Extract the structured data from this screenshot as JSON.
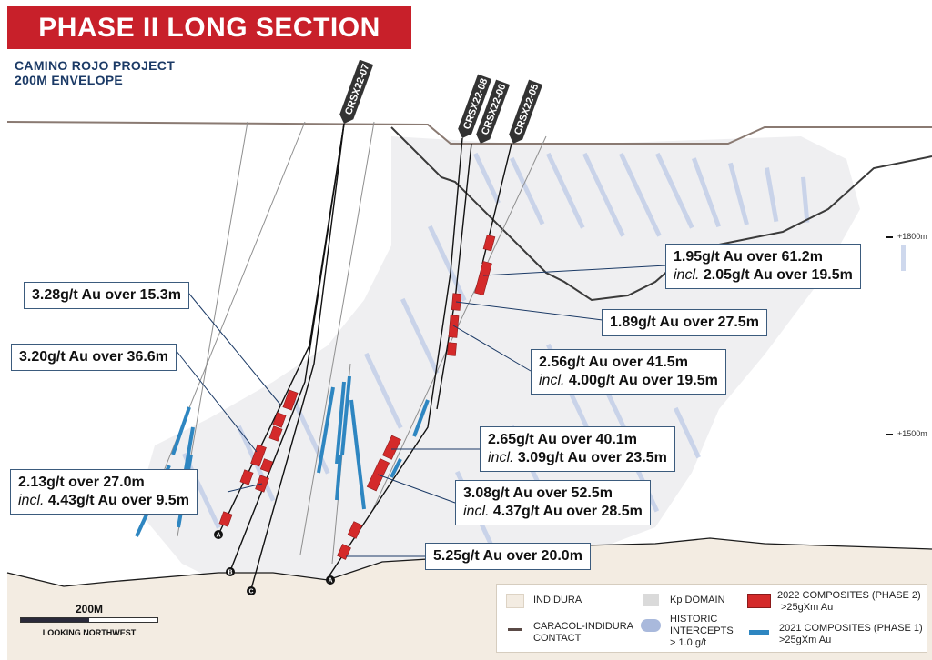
{
  "header": {
    "title": "PHASE II LONG SECTION",
    "subtitle_line1": "CAMINO ROJO PROJECT",
    "subtitle_line2": "200M ENVELOPE"
  },
  "colors": {
    "banner_red": "#c8202a",
    "subtitle_navy": "#1b3a66",
    "indidura": "#f3ece2",
    "kp_domain": "#dadada",
    "historic_intercepts": "#a9b9dc",
    "composites_2022": "#d42a2a",
    "composites_2021": "#2e86c1",
    "contact_line": "#8a7a72"
  },
  "drill_holes": [
    {
      "id": "CRSX22-07",
      "label": "CRSX22-07"
    },
    {
      "id": "CRSX22-08",
      "label": "CRSX22-08"
    },
    {
      "id": "CRSX22-06",
      "label": "CRSX22-06"
    },
    {
      "id": "CRSX22-05",
      "label": "CRSX22-05"
    }
  ],
  "hole_markers": [
    "A",
    "B",
    "C",
    "A"
  ],
  "elevations": [
    {
      "label": "+1800m"
    },
    {
      "label": "+1500m"
    }
  ],
  "callouts": [
    {
      "line1": "1.95g/t Au over 61.2m",
      "incl": "incl.",
      "line2": "2.05g/t Au over 19.5m"
    },
    {
      "line1": "3.28g/t Au over 15.3m"
    },
    {
      "line1": "1.89g/t Au over 27.5m"
    },
    {
      "line1": "3.20g/t Au over 36.6m"
    },
    {
      "line1": "2.56g/t Au over 41.5m",
      "incl": "incl.",
      "line2": "4.00g/t Au over 19.5m"
    },
    {
      "line1": "2.65g/t Au over 40.1m",
      "incl": "incl.",
      "line2": "3.09g/t Au over 23.5m"
    },
    {
      "line1": "2.13g/t over 27.0m",
      "incl": "incl.",
      "line2": "4.43g/t Au over 9.5m"
    },
    {
      "line1": "3.08g/t Au over 52.5m",
      "incl": "incl.",
      "line2": "4.37g/t Au over 28.5m"
    },
    {
      "line1": "5.25g/t Au over 20.0m"
    }
  ],
  "scale_bar": {
    "label": "200M",
    "direction": "LOOKING NORTHWEST"
  },
  "legend": {
    "indidura": "INDIDURA",
    "contact_1": "CARACOL-INDIDURA",
    "contact_2": "CONTACT",
    "kp_domain": "Kp DOMAIN",
    "historic_1": "HISTORIC",
    "historic_2": "INTERCEPTS",
    "historic_3": "> 1.0 g/t",
    "comp2022_1": "2022 COMPOSITES (PHASE 2)",
    "comp2022_2": ">25gXm Au",
    "comp2021_1": "2021 COMPOSITES (PHASE 1)",
    "comp2021_2": ">25gXm Au"
  }
}
